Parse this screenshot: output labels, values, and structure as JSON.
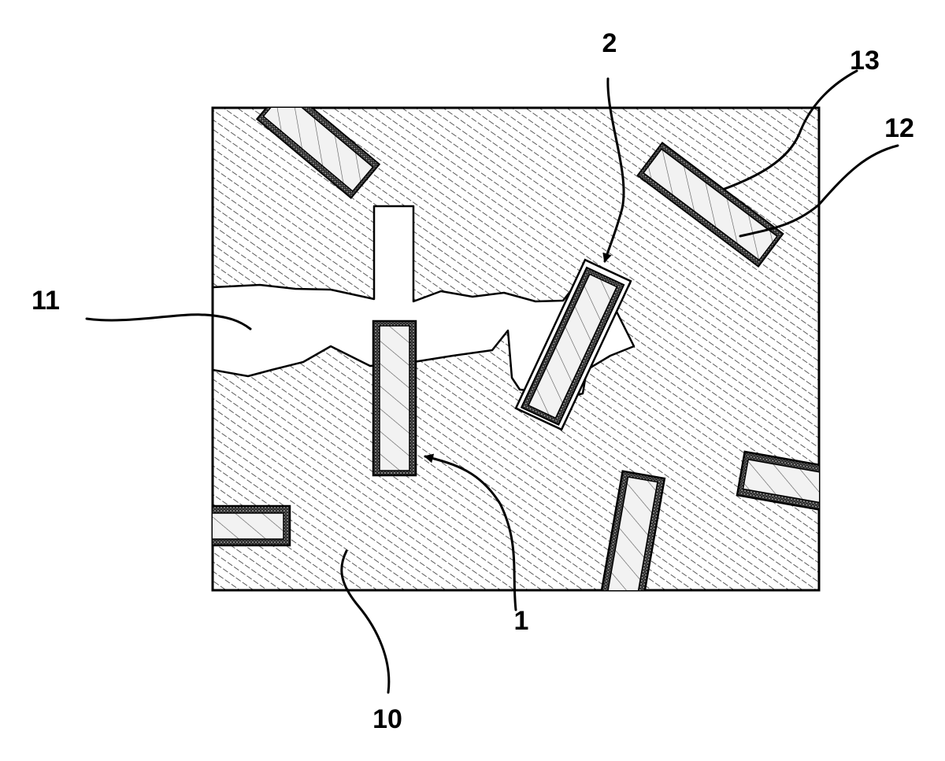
{
  "figure": {
    "labels": {
      "ref_1": "1",
      "ref_2": "2",
      "ref_10": "10",
      "ref_11": "11",
      "ref_12": "12",
      "ref_13": "13"
    },
    "colors": {
      "ink": "#000000",
      "background": "#ffffff",
      "matrix_hatch": "#333333",
      "fiber_fill": "#f2f2f2",
      "coating": "#3a3a3a"
    }
  }
}
